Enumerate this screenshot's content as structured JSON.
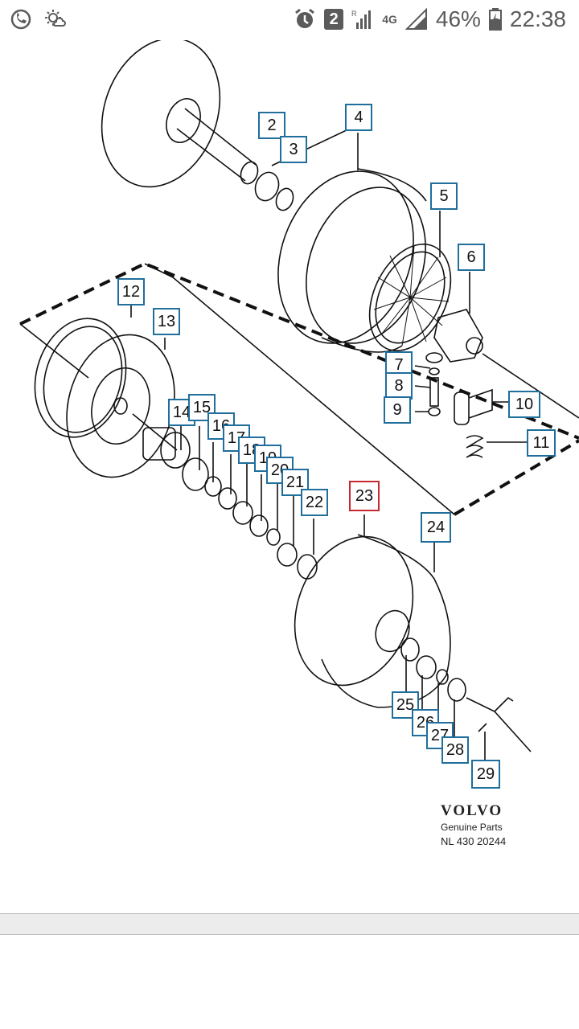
{
  "status_bar": {
    "left_icons": [
      "viber-icon",
      "weather-icon"
    ],
    "sim_badge": "2",
    "network_type": "4G",
    "battery_percent": "46%",
    "time": "22:38"
  },
  "diagram": {
    "callouts": [
      {
        "id": "2",
        "label": "2"
      },
      {
        "id": "3",
        "label": "3"
      },
      {
        "id": "4",
        "label": "4"
      },
      {
        "id": "5",
        "label": "5"
      },
      {
        "id": "6",
        "label": "6"
      },
      {
        "id": "7",
        "label": "7"
      },
      {
        "id": "8",
        "label": "8"
      },
      {
        "id": "9",
        "label": "9"
      },
      {
        "id": "10",
        "label": "10"
      },
      {
        "id": "11",
        "label": "11"
      },
      {
        "id": "12",
        "label": "12"
      },
      {
        "id": "13",
        "label": "13"
      },
      {
        "id": "14",
        "label": "14"
      },
      {
        "id": "15",
        "label": "15"
      },
      {
        "id": "16",
        "label": "16"
      },
      {
        "id": "17",
        "label": "17"
      },
      {
        "id": "18",
        "label": "18"
      },
      {
        "id": "19",
        "label": "19"
      },
      {
        "id": "20",
        "label": "20"
      },
      {
        "id": "21",
        "label": "21"
      },
      {
        "id": "22",
        "label": "22"
      },
      {
        "id": "23",
        "label": "23",
        "selected": true
      },
      {
        "id": "24",
        "label": "24"
      },
      {
        "id": "25",
        "label": "25"
      },
      {
        "id": "26",
        "label": "26"
      },
      {
        "id": "27",
        "label": "27"
      },
      {
        "id": "28",
        "label": "28"
      },
      {
        "id": "29",
        "label": "29"
      }
    ],
    "colors": {
      "callout_border": "#1f6e9c",
      "selected_border": "#c8282f",
      "line": "#111111"
    }
  },
  "brand": {
    "logo": "VOLVO",
    "subtitle": "Genuine Parts",
    "code": "NL 430 20244"
  }
}
